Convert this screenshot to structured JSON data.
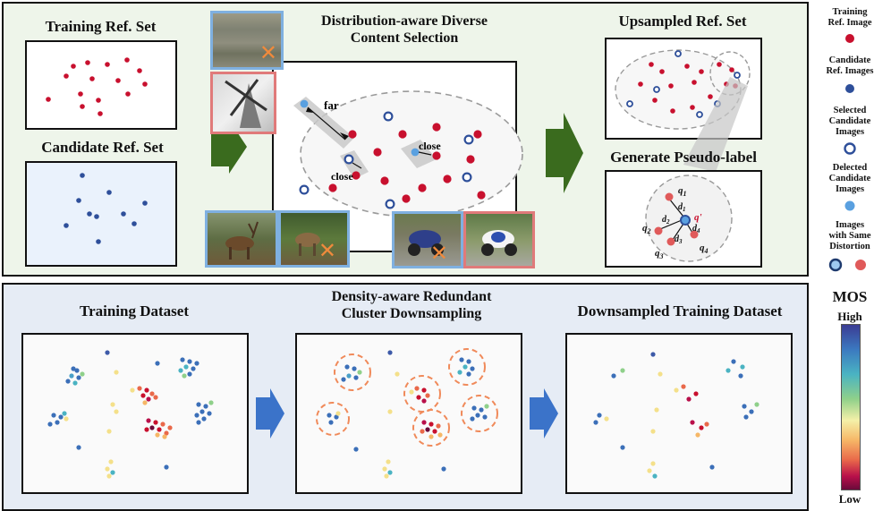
{
  "top": {
    "training_ref_title": "Training Ref. Set",
    "candidate_ref_title": "Candidate Ref. Set",
    "distribution_title_line1": "Distribution-aware Diverse",
    "distribution_title_line2": "Content Selection",
    "upsampled_title": "Upsampled Ref. Set",
    "pseudo_label_title": "Generate Pseudo-label",
    "far_label": "far",
    "close_label_1": "close",
    "close_label_2": "close"
  },
  "pseudo_label": {
    "q1": "q",
    "q2": "q",
    "q3": "q",
    "q4": "q",
    "q_prime": "q'",
    "d1": "d",
    "d2": "d",
    "d3": "d",
    "d4": "d",
    "sub1": "1",
    "sub2": "2",
    "sub3": "3",
    "sub4": "4"
  },
  "bottom": {
    "training_dataset_title": "Training Dataset",
    "density_title_line1": "Density-aware Redundant",
    "density_title_line2": "Cluster Downsampling",
    "downsampled_title": "Downsampled Training Dataset"
  },
  "legend": {
    "training_ref_line1": "Training",
    "training_ref_line2": "Ref. Image",
    "candidate_ref_line1": "Candidate",
    "candidate_ref_line2": "Ref. Images",
    "selected_line1": "Selected",
    "selected_line2": "Candidate",
    "selected_line3": "Images",
    "delected_line1": "Delected",
    "delected_line2": "Candidate",
    "delected_line3": "Images",
    "same_dist_line1": "Images",
    "same_dist_line2": "with Same",
    "same_dist_line3": "Distortion",
    "mos_title": "MOS",
    "mos_high": "High",
    "mos_low": "Low"
  },
  "colors": {
    "training_red": "#c8102e",
    "candidate_blue": "#2e4f9a",
    "selected_light_blue": "#5aa0e0",
    "arrow_green": "#3a6b1e",
    "arrow_blue": "#3b73c9",
    "photo_blue_border": "#7fb0e0",
    "photo_red_border": "#e07a7a"
  }
}
